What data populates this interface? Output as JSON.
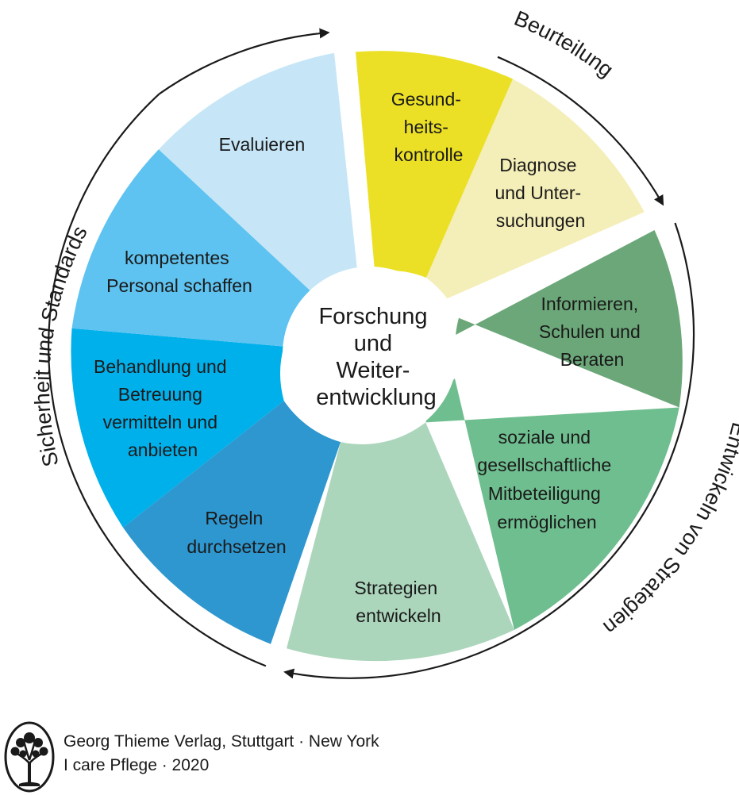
{
  "center": {
    "lines": [
      "Forschung",
      "und",
      "Weiter-",
      "entwicklung"
    ]
  },
  "segments": [
    {
      "id": "gesundheitskontrolle",
      "color": "#ebe026",
      "lines": [
        "Gesund-",
        "heits-",
        "kontrolle"
      ]
    },
    {
      "id": "diagnose",
      "color": "#f4eeb8",
      "lines": [
        "Diagnose",
        "und Unter-",
        "suchungen"
      ]
    },
    {
      "id": "informieren",
      "color": "#6ba778",
      "lines": [
        "Informieren,",
        "Schulen und",
        "Beraten"
      ]
    },
    {
      "id": "soziale",
      "color": "#6fbe8f",
      "lines": [
        "soziale und",
        "gesellschaftliche",
        "Mitbeteiligung",
        "ermöglichen"
      ]
    },
    {
      "id": "strategien-entwickeln",
      "color": "#acd6bc",
      "lines": [
        "Strategien",
        "entwickeln"
      ]
    },
    {
      "id": "regeln",
      "color": "#2e97cf",
      "lines": [
        "Regeln",
        "durchsetzen"
      ]
    },
    {
      "id": "behandlung",
      "color": "#00b0ea",
      "lines": [
        "Behandlung und",
        "Betreuung",
        "vermitteln und",
        "anbieten"
      ]
    },
    {
      "id": "personal",
      "color": "#5ec3f0",
      "lines": [
        "kompetentes",
        "Personal schaffen"
      ]
    },
    {
      "id": "evaluieren",
      "color": "#c6e6f7",
      "lines": [
        "Evaluieren"
      ]
    }
  ],
  "ring_labels": {
    "beurteilung": "Beurteilung",
    "entwickeln": "Entwickeln von Strategien",
    "sicherheit": "Sicherheit und Standards"
  },
  "footer": {
    "line1": "Georg Thieme Verlag, Stuttgart · New York",
    "line2": "I care Pflege · 2020",
    "logo_icon": "tree-icon"
  }
}
